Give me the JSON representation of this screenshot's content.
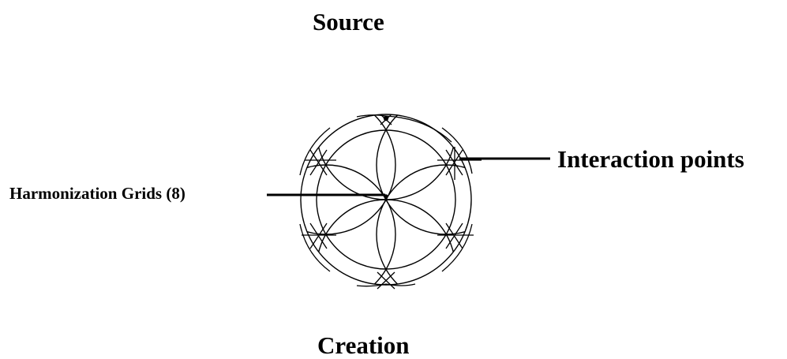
{
  "diagram": {
    "top_label": "Source",
    "bottom_label": "Creation",
    "right_callout": "Interaction points",
    "left_callout": "Harmonization Grids (8)",
    "line_color": "#000000",
    "background_color": "#ffffff"
  }
}
